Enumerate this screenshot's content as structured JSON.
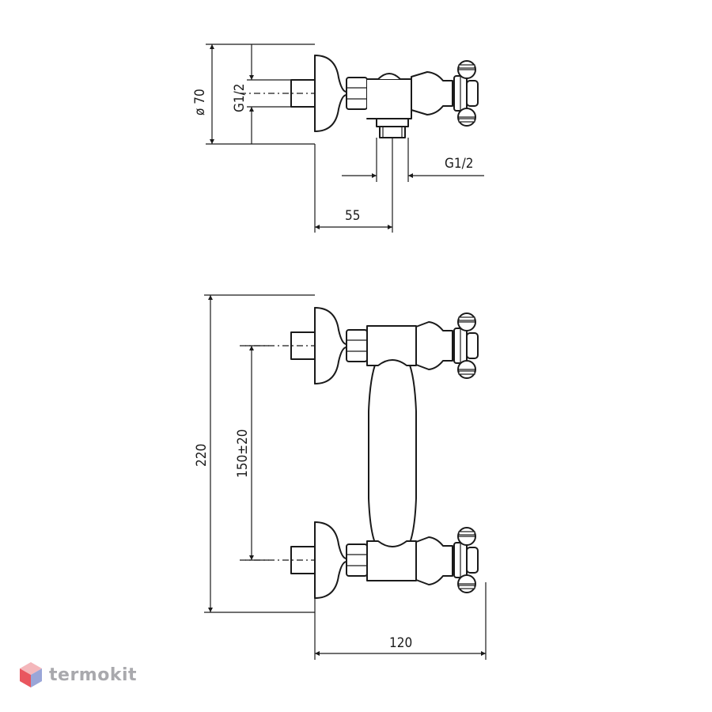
{
  "dimensions": {
    "top_diameter": "ø 70",
    "top_thread_left": "G1/2",
    "top_thread_right": "G1/2",
    "top_depth": "55",
    "front_height": "220",
    "front_center": "150±20",
    "front_width": "120"
  },
  "logo": {
    "text": "termokit",
    "colors": {
      "top": "#f4b7bb",
      "left": "#e9565f",
      "right": "#9aa6d8"
    }
  }
}
